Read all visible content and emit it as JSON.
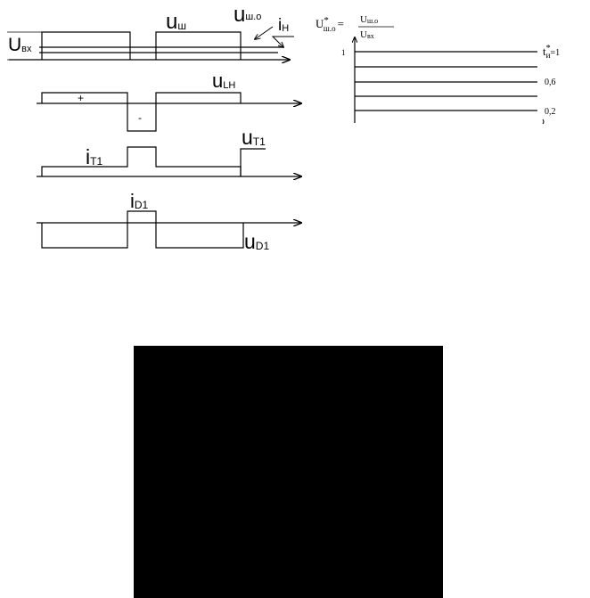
{
  "colors": {
    "ink": "#000000",
    "background": "#ffffff",
    "panel": "#000000"
  },
  "left": {
    "u_vx": {
      "main": "U",
      "sub": "вх"
    },
    "u_sh": {
      "main": "u",
      "sub": "ш"
    },
    "u_sh_o": {
      "main": "u",
      "sub": "ш.о"
    },
    "i_n": {
      "main": "i",
      "sub": "Н"
    },
    "u_ln": {
      "main": "u",
      "sub": "LН"
    },
    "plus": "+",
    "minus": "-",
    "i_t1": {
      "main": "i",
      "sub": "T1"
    },
    "u_t1": {
      "main": "u",
      "sub": "T1"
    },
    "i_d1": {
      "main": "i",
      "sub": "D1"
    },
    "u_d1": {
      "main": "u",
      "sub": "D1"
    }
  },
  "right": {
    "formula": {
      "lhs_main": "U",
      "lhs_star": "*",
      "lhs_sub": "ш.о",
      "eq": "=",
      "num": "U",
      "num_sub": "ш.о",
      "den": "U",
      "den_sub": "вх"
    },
    "y_tick": "1",
    "t_label": {
      "main": "t",
      "star": "*",
      "sub": "и",
      "eq": "=1"
    },
    "level_labels": [
      "0,6",
      "0,2"
    ]
  }
}
